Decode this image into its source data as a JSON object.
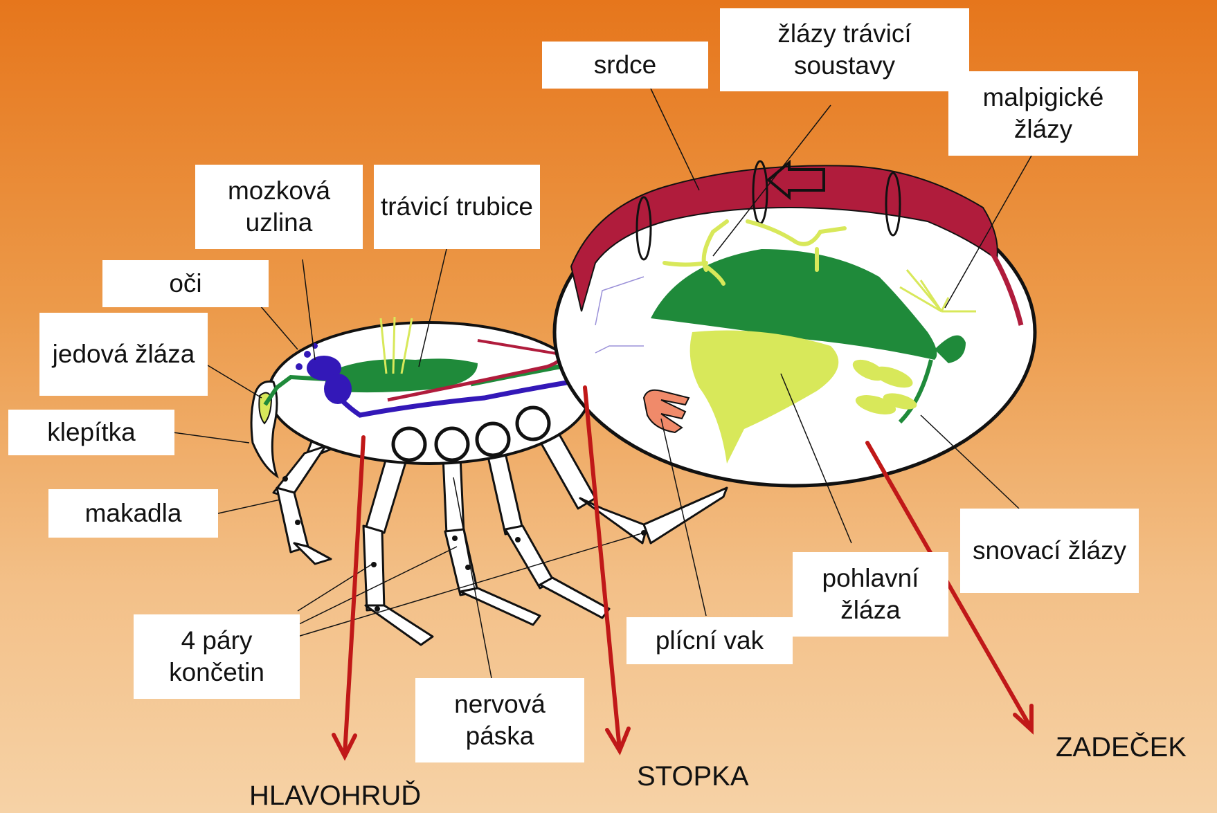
{
  "labels": {
    "srdce": "srdce",
    "zlazy_travici_soustavy": "žlázy trávicí soustavy",
    "malpigicke_zlazy": "malpigické žlázy",
    "mozkova_uzlina": "mozková uzlina",
    "travici_trubice": "trávicí trubice",
    "oci": "oči",
    "jedova_zlaza": "jedová žláza",
    "klepitka": "klepítka",
    "makadla": "makadla",
    "pary_koncetin": "4 páry končetin",
    "nervova_paska": "nervová páska",
    "plicni_vak": "plícní vak",
    "pohlavni_zlaza": "pohlavní žláza",
    "snovaci_zlazy": "snovací žlázy"
  },
  "regions": {
    "hlavohrud": "HLAVOHRUĎ",
    "stopka": "STOPKA",
    "zadecek": "ZADEČEK"
  },
  "colors": {
    "background_top": "#e6761c",
    "background_bottom": "#f6d2a6",
    "heart": "#b01c3c",
    "digestive": "#1f8a3a",
    "gland": "#d8e85a",
    "nervous": "#3318b8",
    "lung": "#f08a6a",
    "arrow": "#c01818"
  }
}
